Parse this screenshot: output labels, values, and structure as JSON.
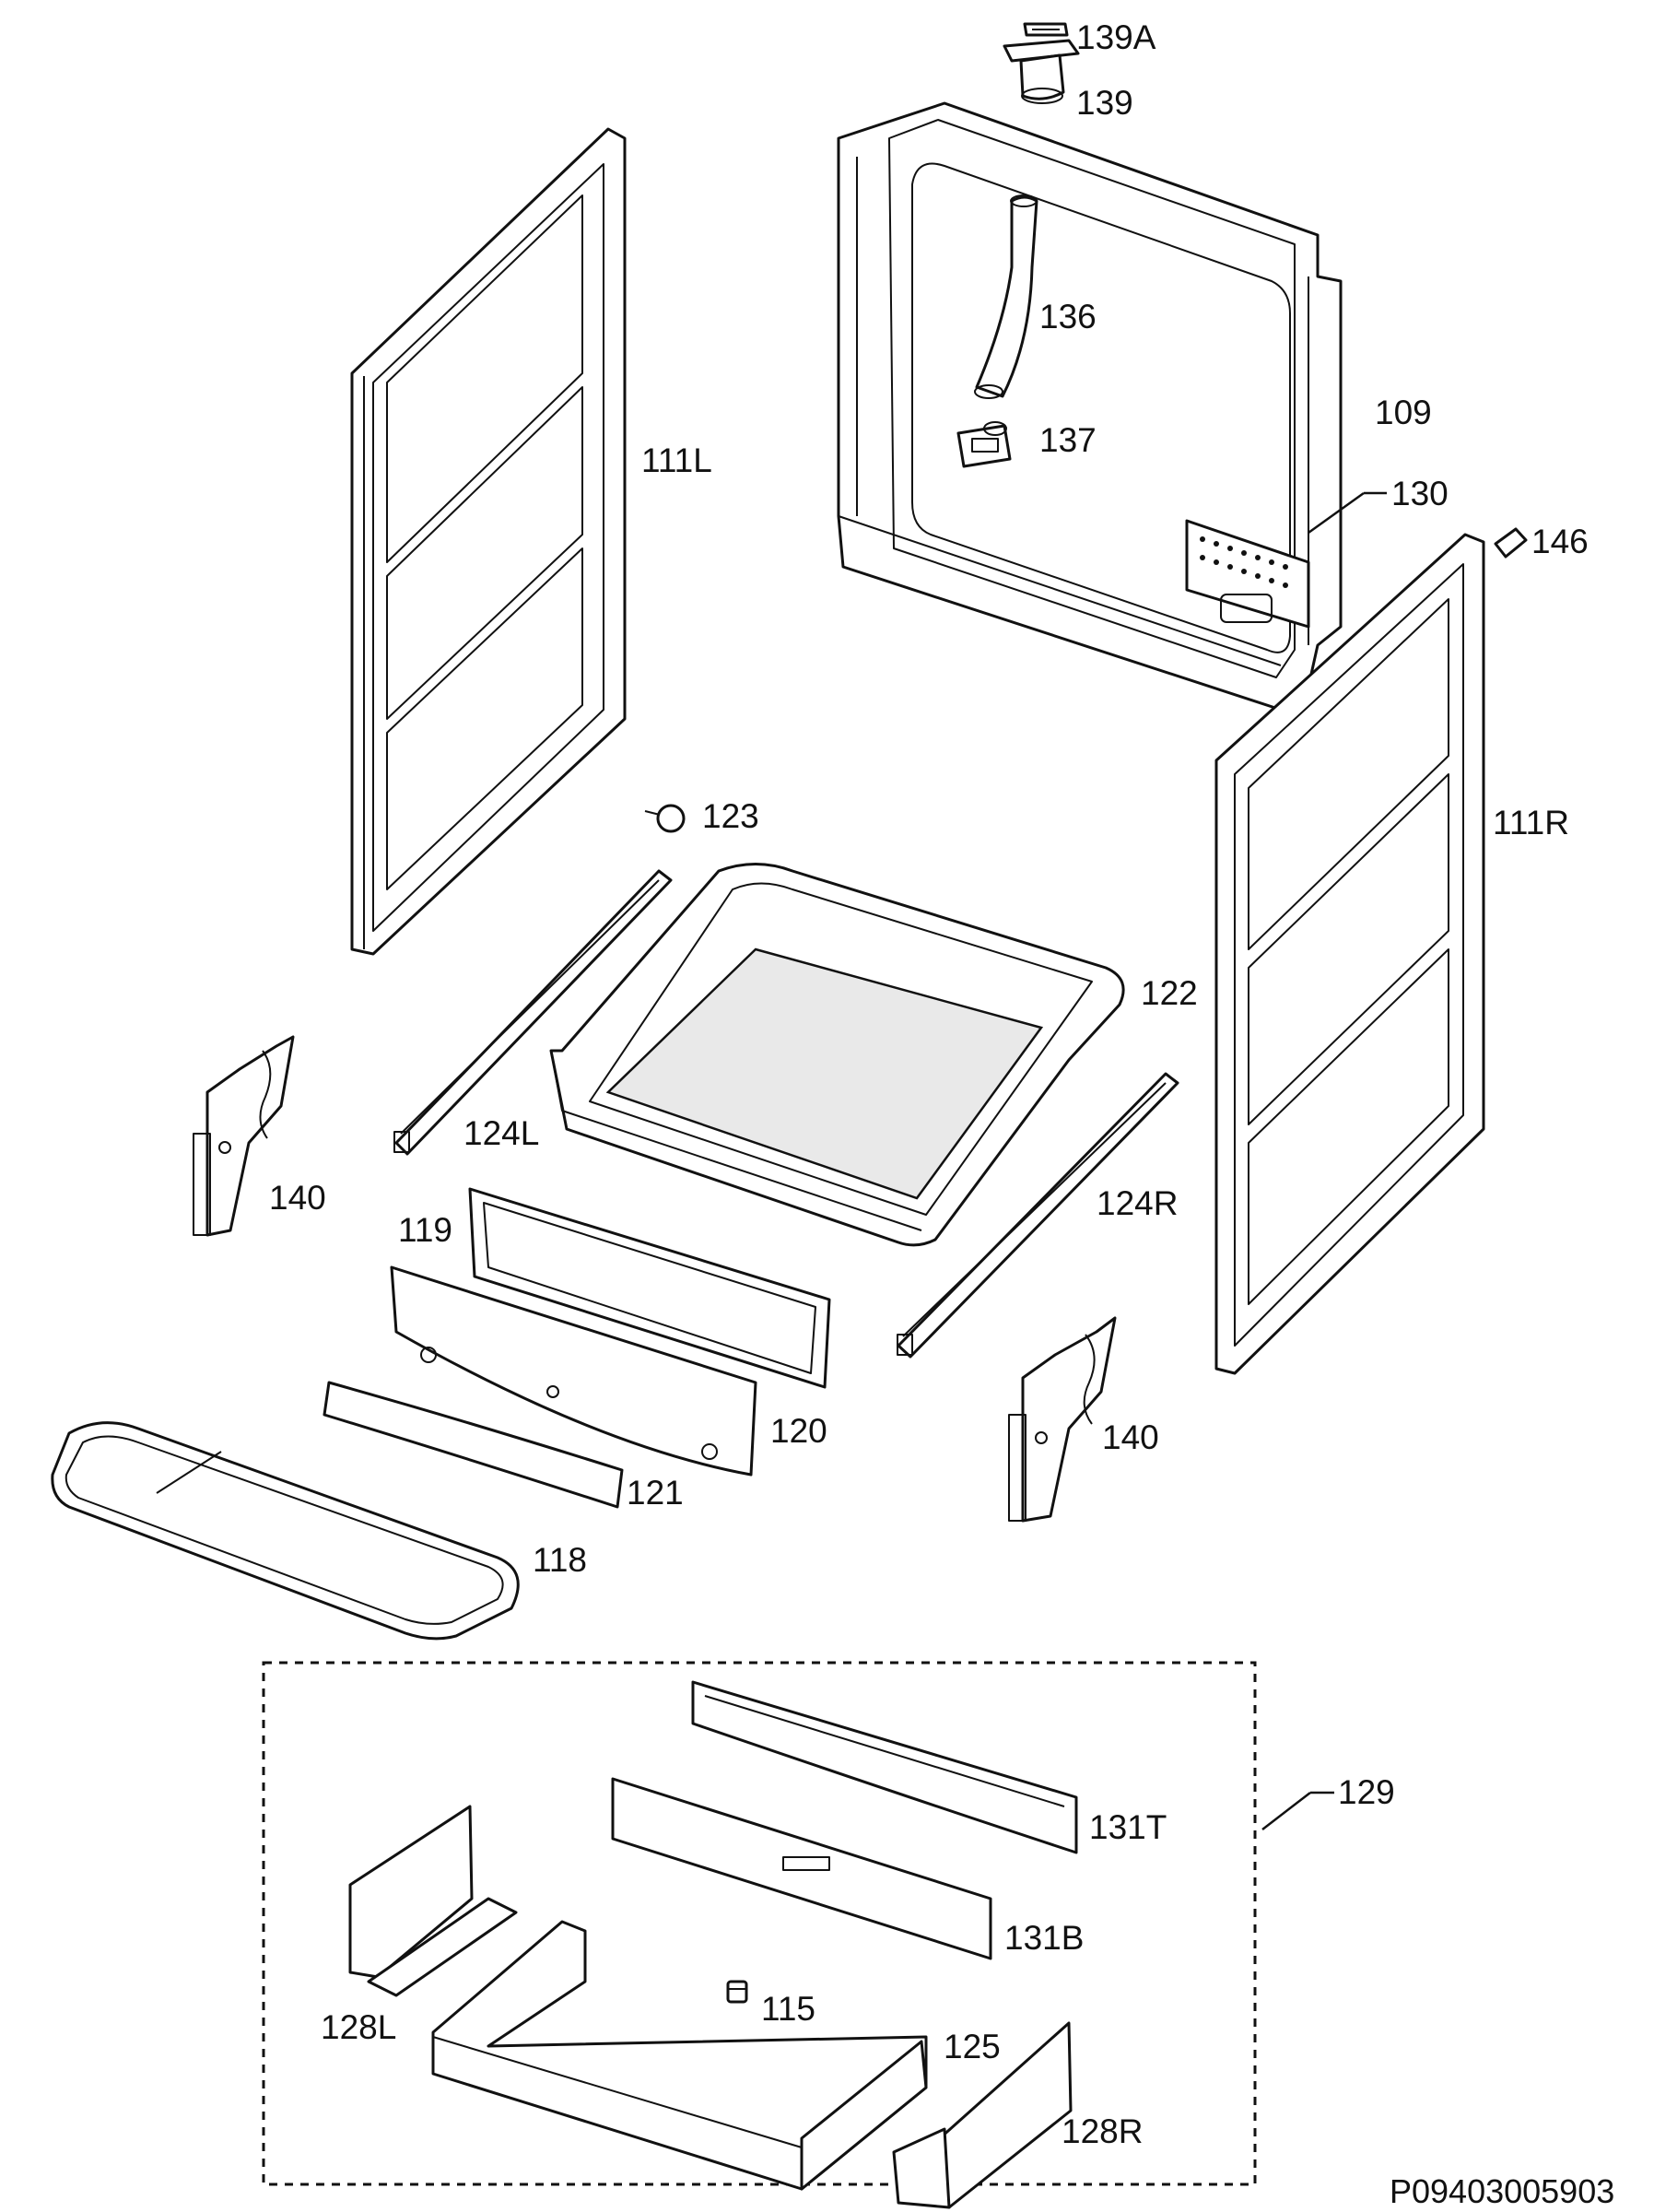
{
  "diagram": {
    "title": "",
    "reference_code": "P09403005903",
    "group_label": "129",
    "parts": [
      {
        "id": "139a",
        "label": "139A"
      },
      {
        "id": "139",
        "label": "139"
      },
      {
        "id": "136",
        "label": "136"
      },
      {
        "id": "137",
        "label": "137"
      },
      {
        "id": "109",
        "label": "109"
      },
      {
        "id": "130",
        "label": "130"
      },
      {
        "id": "146",
        "label": "146"
      },
      {
        "id": "111l",
        "label": "111L"
      },
      {
        "id": "111r",
        "label": "111R"
      },
      {
        "id": "123",
        "label": "123"
      },
      {
        "id": "122",
        "label": "122"
      },
      {
        "id": "124l",
        "label": "124L"
      },
      {
        "id": "124r",
        "label": "124R"
      },
      {
        "id": "140-left",
        "label": "140"
      },
      {
        "id": "140-right",
        "label": "140"
      },
      {
        "id": "119",
        "label": "119"
      },
      {
        "id": "120",
        "label": "120"
      },
      {
        "id": "121",
        "label": "121"
      },
      {
        "id": "118",
        "label": "118"
      },
      {
        "id": "131t",
        "label": "131T"
      },
      {
        "id": "131b",
        "label": "131B"
      },
      {
        "id": "115",
        "label": "115"
      },
      {
        "id": "125",
        "label": "125"
      },
      {
        "id": "128l",
        "label": "128L"
      },
      {
        "id": "128r",
        "label": "128R"
      }
    ]
  }
}
